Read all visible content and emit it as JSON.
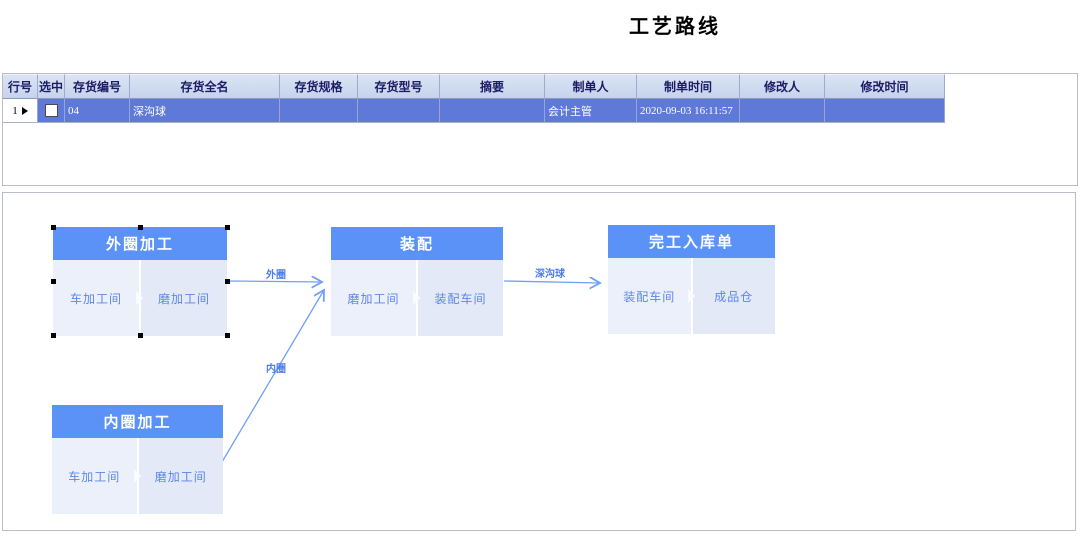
{
  "title": "工艺路线",
  "table": {
    "columns": [
      {
        "label": "行号"
      },
      {
        "label": "选中"
      },
      {
        "label": "存货编号"
      },
      {
        "label": "存货全名"
      },
      {
        "label": "存货规格"
      },
      {
        "label": "存货型号"
      },
      {
        "label": "摘要"
      },
      {
        "label": "制单人"
      },
      {
        "label": "制单时间"
      },
      {
        "label": "修改人"
      },
      {
        "label": "修改时间"
      }
    ],
    "row": {
      "row_no": "1",
      "checked": false,
      "cells": {
        "inv_code": "04",
        "inv_name": "深沟球",
        "inv_spec": "",
        "inv_model": "",
        "summary": "",
        "creator": "会计主管",
        "create_time": "2020-09-03 16:11:57",
        "modifier": "",
        "modify_time": ""
      }
    }
  },
  "flowchart": {
    "nodes": [
      {
        "title": "外圈加工",
        "cells": [
          "车加工间",
          "磨加工间"
        ],
        "selected": true
      },
      {
        "title": "装配",
        "cells": [
          "磨加工间",
          "装配车间"
        ],
        "selected": false
      },
      {
        "title": "完工入库单",
        "cells": [
          "装配车间",
          "成品仓"
        ],
        "selected": false
      },
      {
        "title": "内圈加工",
        "cells": [
          "车加工间",
          "磨加工间"
        ],
        "selected": false
      }
    ],
    "edges": [
      {
        "label": "外圈",
        "from": "外圈加工",
        "to": "装配"
      },
      {
        "label": "深沟球",
        "from": "装配",
        "to": "完工入库单"
      },
      {
        "label": "内圈",
        "from": "内圈加工",
        "to": "装配"
      }
    ]
  },
  "colors": {
    "node_header_blue": "#5b92f8",
    "node_cell_light": "#ecf0fb",
    "node_cell_dark": "#e3e9f7",
    "grid_header_bg": "#ccd8f0",
    "grid_row_selected": "#5f79d8",
    "arrow_blue": "#6fa0f8",
    "edge_label_blue": "#4d7be8"
  }
}
